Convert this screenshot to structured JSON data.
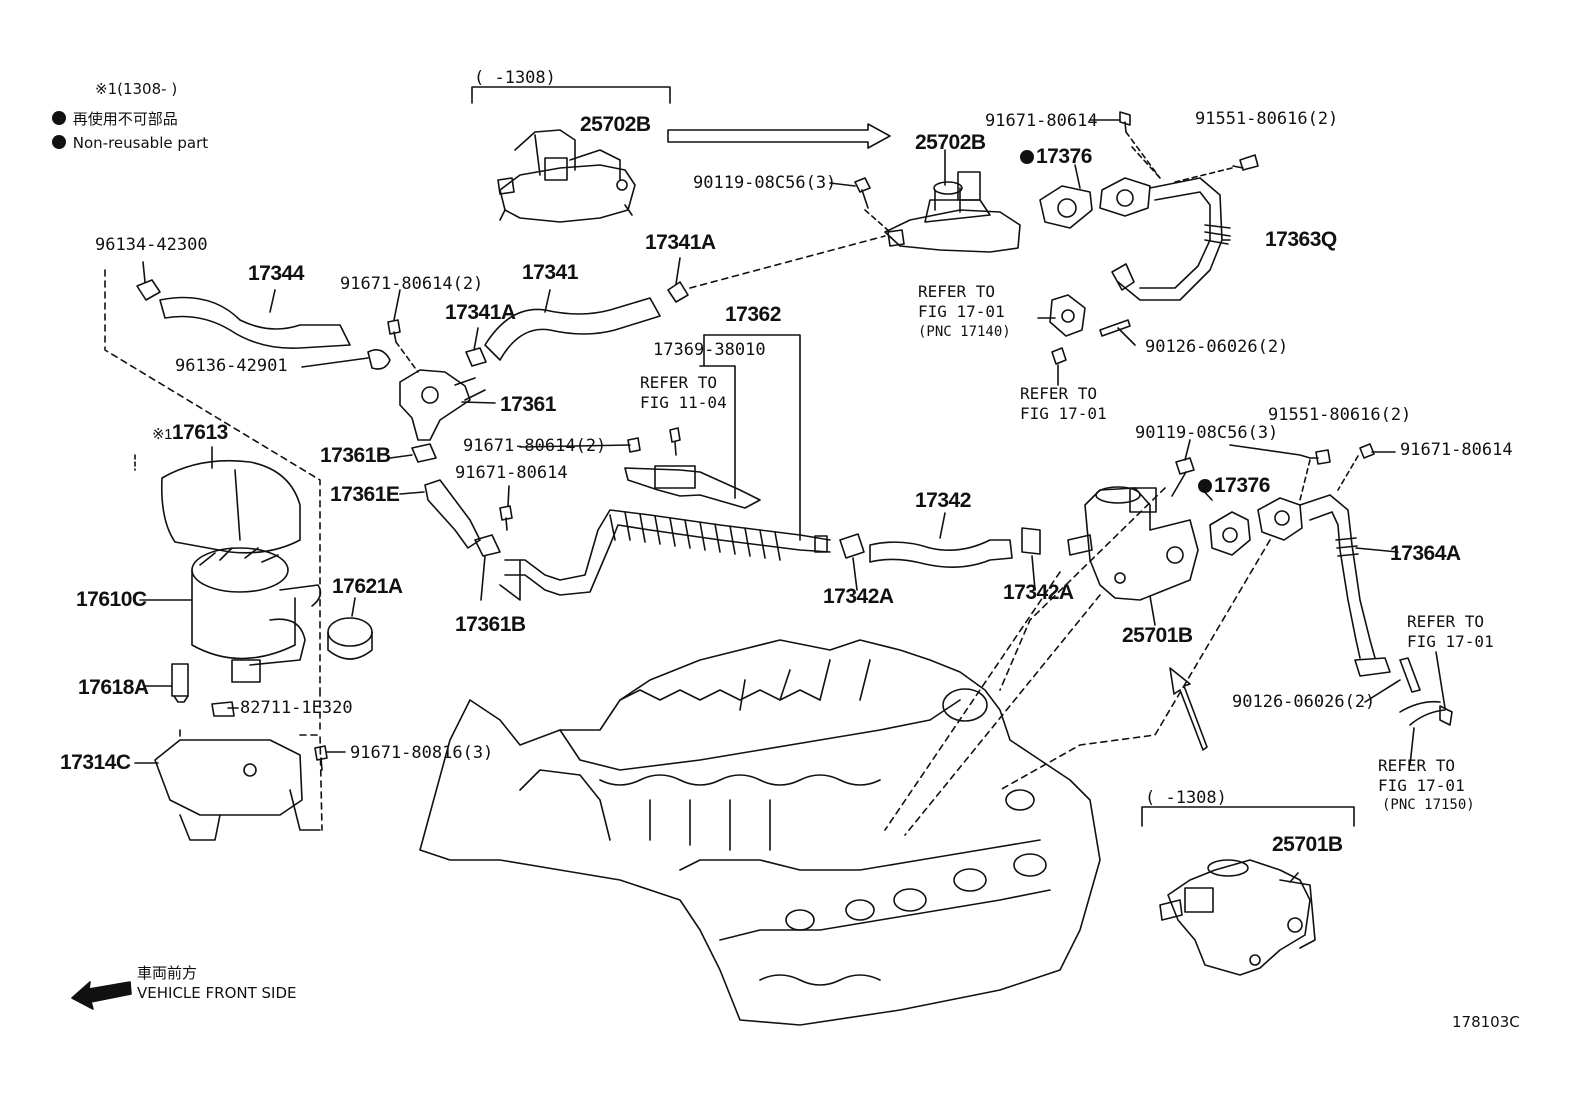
{
  "legend": {
    "footnote": "※1(1308-      )",
    "jp_note": "再使用不可部品",
    "en_note": "Non-reusable part"
  },
  "top_range": "(     -1308)",
  "bottom_range": "(     -1308)",
  "front": {
    "jp": "車両前方",
    "en": "VEHICLE FRONT SIDE"
  },
  "figure_id": "178103C",
  "parts": {
    "p25702B_a": "25702B",
    "p25702B_b": "25702B",
    "p90119_a": "90119-08C56(3)",
    "p91671_top": "91671-80614",
    "p91551_top": "91551-80616(2)",
    "p17376_a": "17376",
    "p17363Q": "17363Q",
    "ref_1": [
      "REFER TO",
      "FIG 17-01",
      "(PNC 17140)"
    ],
    "p90126_a": "90126-06026(2)",
    "ref_2": [
      "REFER TO",
      "FIG 17-01"
    ],
    "p96134": "96134-42300",
    "p17344": "17344",
    "p91671_2a": "91671-80614(2)",
    "p17341": "17341",
    "p17341A_a": "17341A",
    "p17341A_b": "17341A",
    "p96136": "96136-42901",
    "p17361": "17361",
    "p17362": "17362",
    "p17369": "17369-38010",
    "ref_3": [
      "REFER TO",
      "FIG 11-04"
    ],
    "p17613": "17613",
    "p17613_mark": "※1",
    "p17361B_a": "17361B",
    "p91671_2b": "91671-80614(2)",
    "p17361E": "17361E",
    "p91671_c": "91671-80614",
    "p90119_b": "90119-08C56(3)",
    "p91551_b": "91551-80616(2)",
    "p91671_right": "91671-80614",
    "p17376_b": "17376",
    "p17342": "17342",
    "p17364A": "17364A",
    "p17610C": "17610C",
    "p17621A": "17621A",
    "p17361B_b": "17361B",
    "p17342A_a": "17342A",
    "p17342A_b": "17342A",
    "p25701B_a": "25701B",
    "ref_4": [
      "REFER TO",
      "FIG 17-01"
    ],
    "p17618A": "17618A",
    "p82711": "82711-1E320",
    "p90126_b": "90126-06026(2)",
    "ref_5": [
      "REFER TO",
      "FIG 17-01",
      "(PNC 17150)"
    ],
    "p17314C": "17314C",
    "p91671_816": "91671-80816(3)",
    "p25701B_b": "25701B"
  }
}
